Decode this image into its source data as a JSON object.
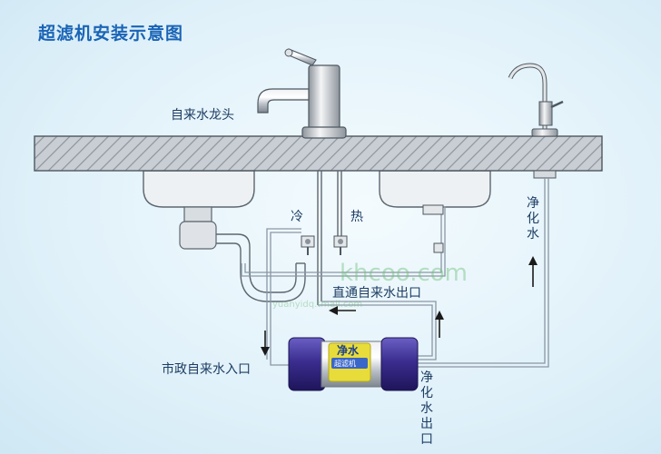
{
  "title": "超滤机安装示意图",
  "labels": {
    "faucet": "自来水龙头",
    "cold": "冷",
    "hot": "热",
    "pure_water": "净化水",
    "bypass_outlet": "直通自来水出口",
    "city_inlet": "市政自来水入口",
    "pure_outlet": "净化水出口"
  },
  "filter_label": {
    "line1": "净水",
    "line2": "超滤机"
  },
  "watermark": {
    "domain": "khcoo.com",
    "sub": "yuanyidq.tmall.com"
  },
  "colors": {
    "pipe": "#8a96a4",
    "arrow": "#1a1a1a",
    "title": "#1a64b6",
    "filter_cap": "#3a2d8f"
  }
}
